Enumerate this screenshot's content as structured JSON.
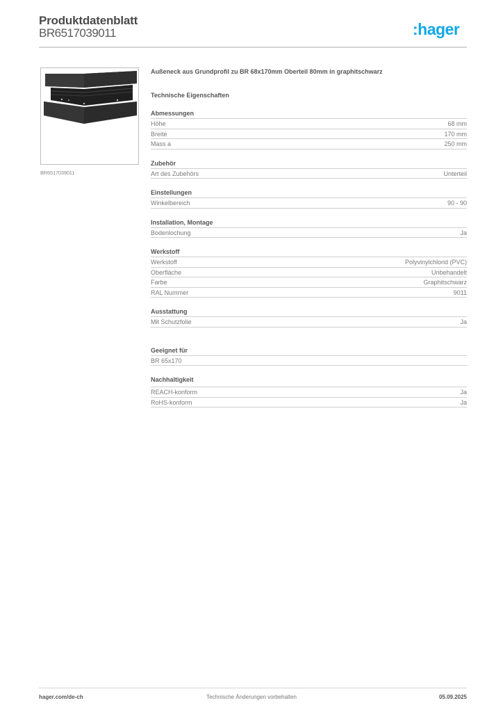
{
  "header": {
    "title": "Produktdatenblatt",
    "product_code": "BR6517039011",
    "logo_text": ":hager",
    "brand_color": "#12a7e8"
  },
  "image": {
    "icon": "product-photo-corner-profile",
    "caption": "BR6517039011"
  },
  "product": {
    "description": "Außeneck aus Grundprofil zu BR 68x170mm Oberteil 80mm in graphitschwarz",
    "tech_title": "Technische Eigenschaften"
  },
  "sections": [
    {
      "title": "Abmessungen",
      "rows": [
        {
          "label": "Höhe",
          "value": "68 mm"
        },
        {
          "label": "Breite",
          "value": "170 mm"
        },
        {
          "label": "Mass a",
          "value": "250 mm"
        }
      ]
    },
    {
      "title": "Zubehör",
      "rows": [
        {
          "label": "Art des Zubehörs",
          "value": "Unterteil"
        }
      ]
    },
    {
      "title": "Einstellungen",
      "rows": [
        {
          "label": "Winkelbereich",
          "value": "90 - 90"
        }
      ]
    },
    {
      "title": "Installation, Montage",
      "rows": [
        {
          "label": "Bodenlochung",
          "value": "Ja"
        }
      ]
    },
    {
      "title": "Werkstoff",
      "rows": [
        {
          "label": "Werkstoff",
          "value": "Polyvinylchlorid (PVC)"
        },
        {
          "label": "Oberfläche",
          "value": "Unbehandelt"
        },
        {
          "label": "Farbe",
          "value": "Graphitschwarz"
        },
        {
          "label": "RAL Nummer",
          "value": "9011"
        }
      ]
    },
    {
      "title": "Ausstattung",
      "rows": [
        {
          "label": "Mit Schutzfolie",
          "value": "Ja"
        }
      ]
    },
    {
      "title": "Geeignet für",
      "rows": [
        {
          "label": "BR 65x170",
          "value": ""
        }
      ]
    },
    {
      "title": "Nachhaltigkeit",
      "rows": [
        {
          "label": "REACH-konform",
          "value": "Ja"
        },
        {
          "label": "RoHS-konform",
          "value": "Ja"
        }
      ]
    }
  ],
  "footer": {
    "website": "hager.com/de-ch",
    "notice": "Technische Änderungen vorbehalten",
    "date": "05.09.2025"
  }
}
